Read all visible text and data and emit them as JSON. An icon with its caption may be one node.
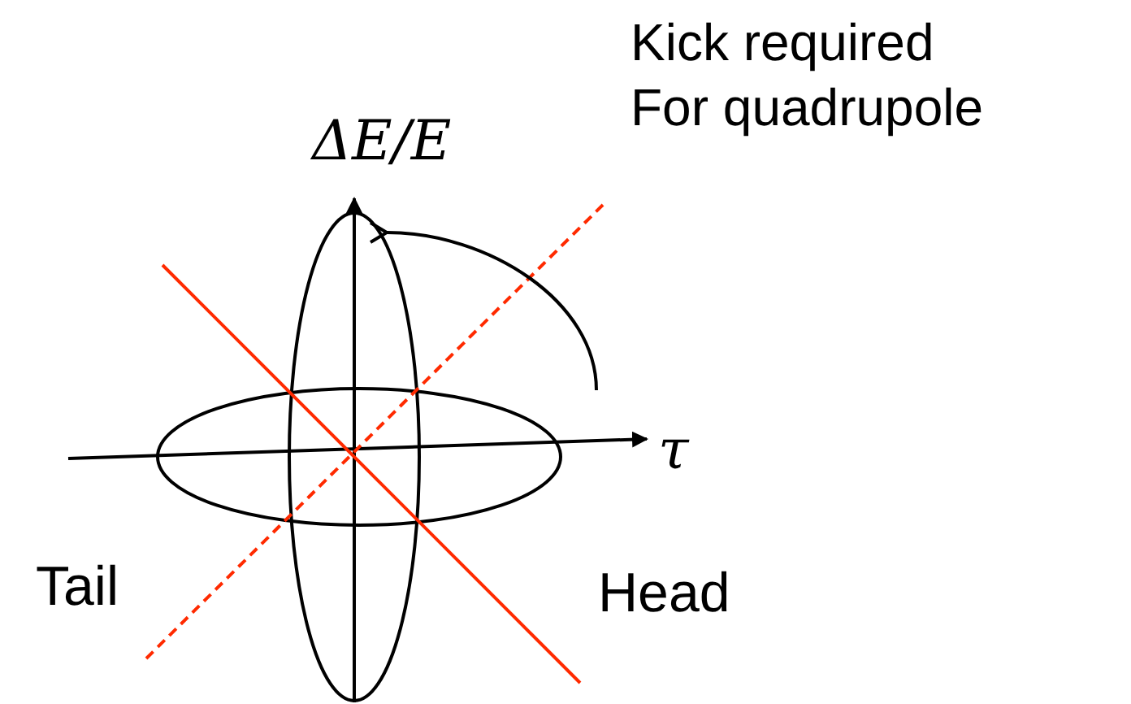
{
  "diagram": {
    "labels": [
      "Kick required For quadrupole",
      "ΔE/E",
      "τ",
      "Tail",
      "Head"
    ]
  }
}
